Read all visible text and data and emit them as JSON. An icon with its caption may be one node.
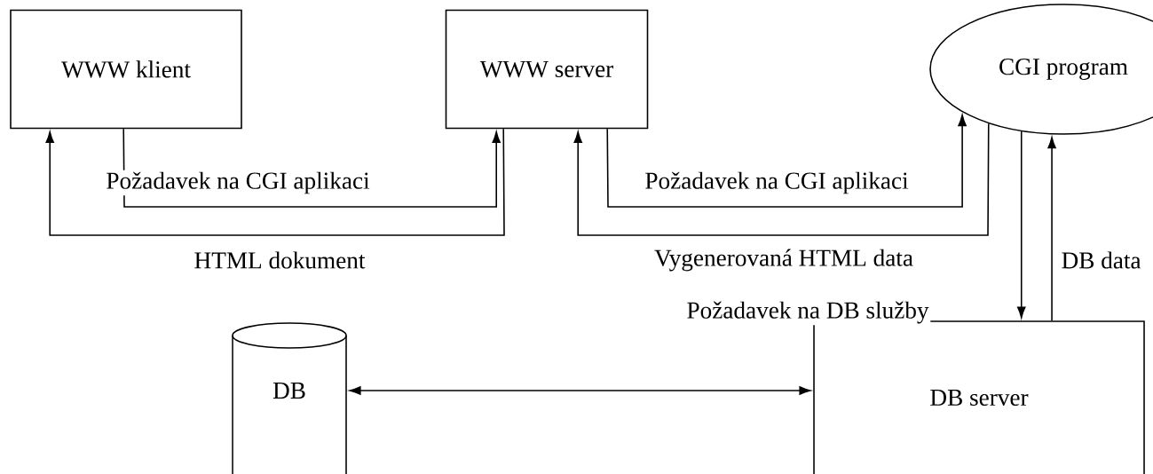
{
  "diagram": {
    "nodes": [
      {
        "text": [
          "WWW klient"
        ]
      },
      {
        "text": [
          "WWW server"
        ]
      },
      {
        "text": [
          "CGI program"
        ]
      },
      {
        "text": [
          "DB"
        ]
      },
      {
        "text": [
          "DB server"
        ]
      }
    ],
    "edges": [
      {
        "from": 0,
        "to": 1,
        "arrow": "to",
        "label": "Požadavek na CGI aplikaci"
      },
      {
        "from": 1,
        "to": 0,
        "arrow": "to",
        "label": "HTML dokument"
      },
      {
        "from": 1,
        "to": 2,
        "arrow": "to",
        "label": "Požadavek na CGI aplikaci"
      },
      {
        "from": 2,
        "to": 1,
        "arrow": "to",
        "label": "Vygenerovaná HTML data"
      },
      {
        "from": 2,
        "to": 4,
        "arrow": "to",
        "label": "Požadavek na DB služby"
      },
      {
        "from": 4,
        "to": 2,
        "arrow": "to",
        "label": "DB data"
      },
      {
        "from": 3,
        "to": 4,
        "arrow": "both"
      }
    ]
  }
}
